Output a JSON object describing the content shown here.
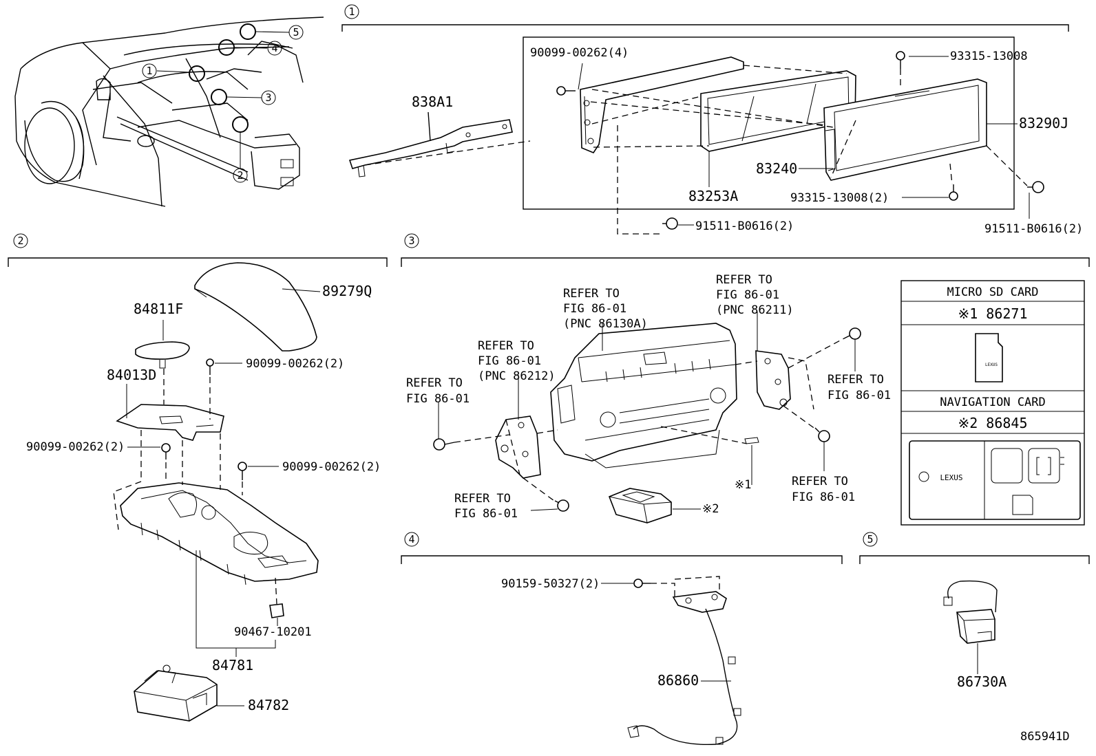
{
  "sections": {
    "s1": "1",
    "s2": "2",
    "s3": "3",
    "s4": "4",
    "s5": "5"
  },
  "overview": {
    "c1": "1",
    "c2": "2",
    "c3": "3",
    "c4": "4",
    "c5": "5"
  },
  "sec1": {
    "p838a1": "838A1",
    "p90099_4": "90099-00262(4)",
    "p93315": "93315-13008",
    "p83290j": "83290J",
    "p83240": "83240",
    "p83253a": "83253A",
    "p93315_2": "93315-13008(2)",
    "p91511_a": "91511-B0616(2)",
    "p91511_b": "91511-B0616(2)"
  },
  "sec2": {
    "p89279q": "89279Q",
    "p84811f": "84811F",
    "p84013d": "84013D",
    "p90099_a": "90099-00262(2)",
    "p90099_b": "90099-00262(2)",
    "p90099_c": "90099-00262(2)",
    "p90467": "90467-10201",
    "p84781": "84781",
    "p84782": "84782"
  },
  "sec3": {
    "refer_to": "REFER TO",
    "fig": "FIG 86-01",
    "pnc_86130a": "(PNC 86130A)",
    "pnc_86211": "(PNC 86211)",
    "pnc_86212": "(PNC 86212)",
    "note1": "※1",
    "note2": "※2"
  },
  "cards": {
    "micro_title": "MICRO SD CARD",
    "micro_part": "※1 86271",
    "nav_title": "NAVIGATION CARD",
    "nav_part": "※2 86845",
    "lexus": "LEXUS"
  },
  "sec4": {
    "p90159": "90159-50327(2)",
    "p86860": "86860"
  },
  "sec5": {
    "p86730a": "86730A"
  },
  "drawing_id": "865941D"
}
